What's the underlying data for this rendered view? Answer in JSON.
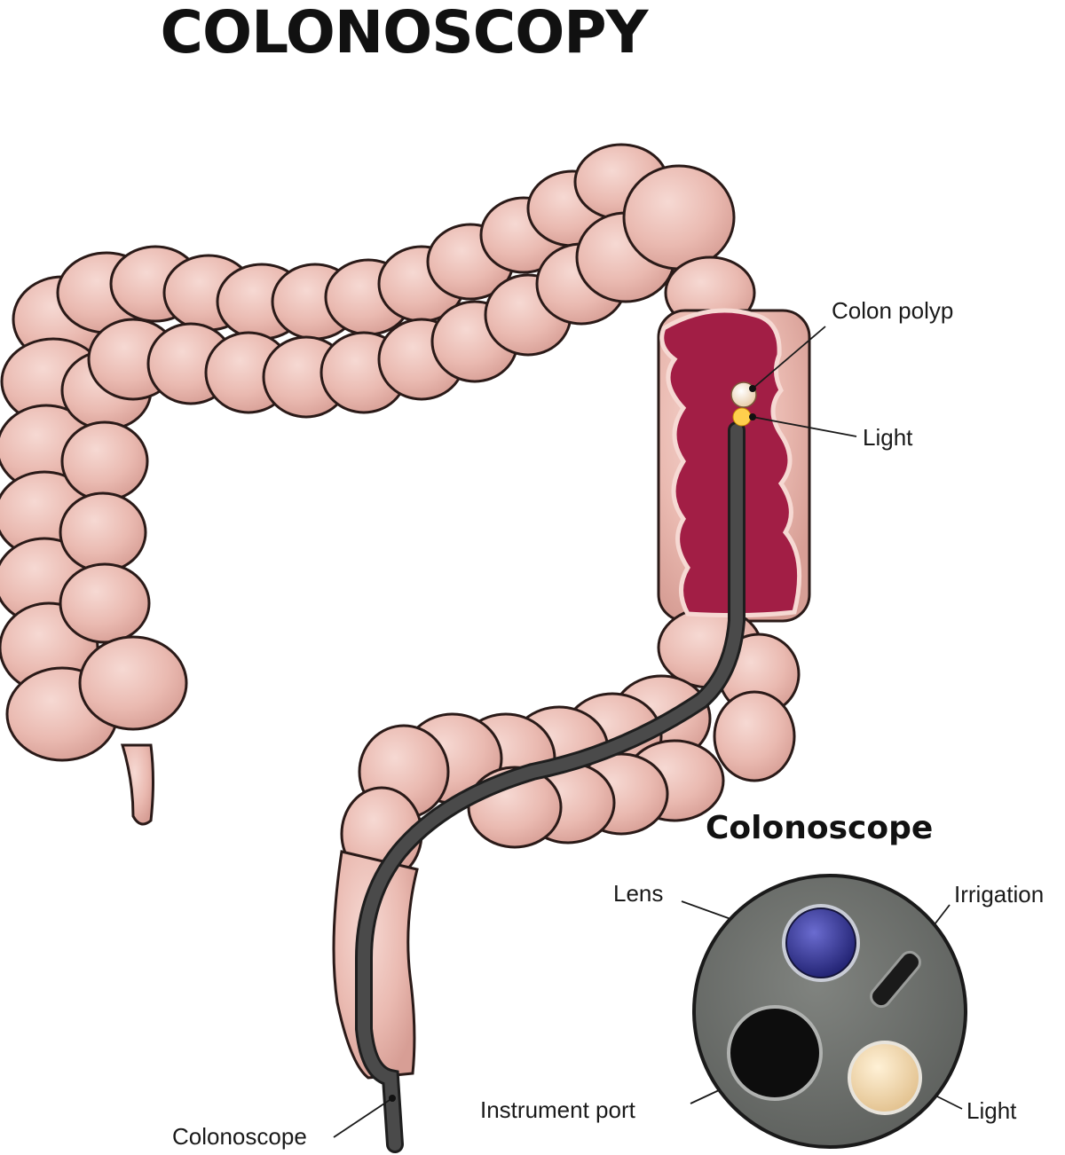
{
  "title": "COLONOSCOPY",
  "subtitle": "Colonoscope",
  "labels": {
    "colon_polyp": "Colon polyp",
    "light_top": "Light",
    "scope_tube": "Colonoscope",
    "lens": "Lens",
    "irrigation": "Irrigation",
    "instrument_port": "Instrument port",
    "light_tip": "Light"
  },
  "colors": {
    "colon": "#eabab1",
    "colon_outline": "#2a1a18",
    "colon_interior": "#a21e45",
    "scope": "#3a3a3a",
    "scope_head": "#6f726f",
    "lens": "#2e2f8e",
    "tip_light": "#f0d7ac"
  }
}
